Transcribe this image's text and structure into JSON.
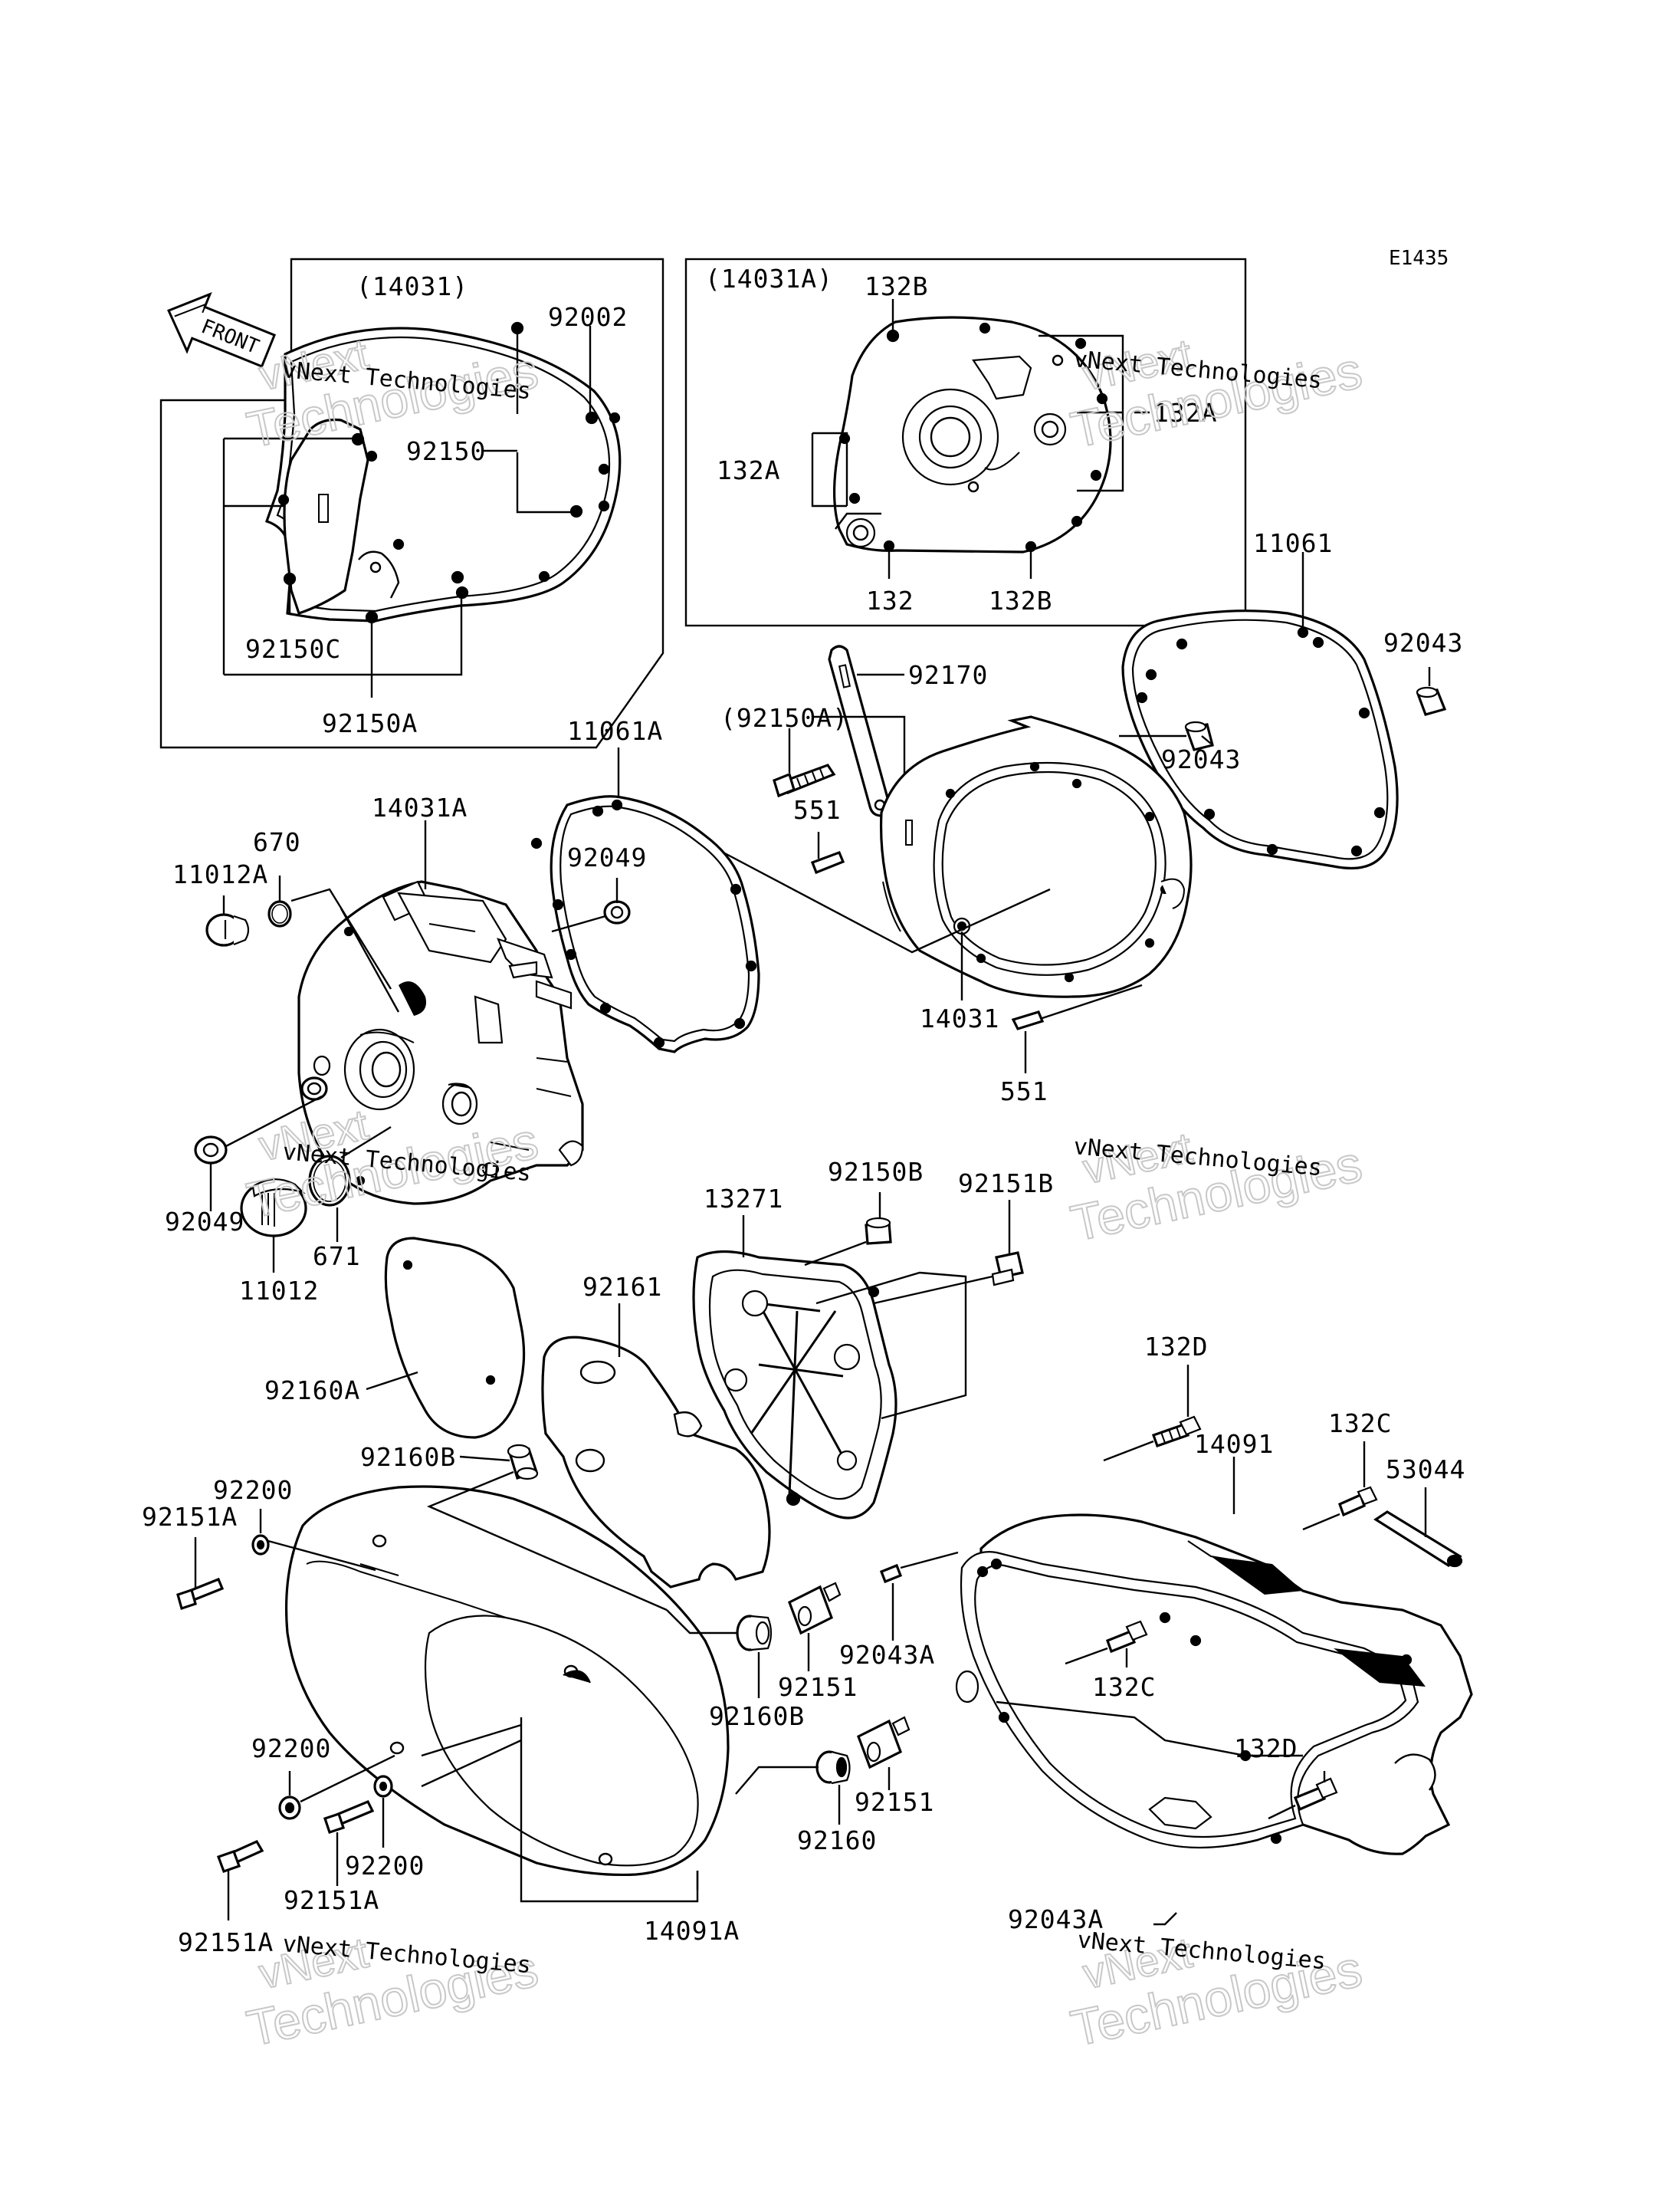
{
  "diagram_code": "E1435",
  "front_label": "FRONT",
  "watermark": {
    "brand": "vNext",
    "line": "vNext Technologies",
    "word": "Technologies"
  },
  "boxes": {
    "left_title": "(14031)",
    "right_title": "(14031A)"
  },
  "labels": {
    "l92002": "92002",
    "l92150": "92150",
    "l92150C": "92150C",
    "l92150A_box": "92150A",
    "l132B_top": "132B",
    "l132A_right": "132A",
    "l132A_left": "132A",
    "l132": "132",
    "l132B_bottom": "132B",
    "l11061": "11061",
    "l92043_a": "92043",
    "l92043_b": "92043",
    "l92170": "92170",
    "l92150A_paren": "(92150A)",
    "l551_a": "551",
    "l551_b": "551",
    "l11061A": "11061A",
    "l14031A": "14031A",
    "l670": "670",
    "l11012A": "11012A",
    "l92049_a": "92049",
    "l92049_b": "92049",
    "l14031": "14031",
    "l671": "671",
    "l11012": "11012",
    "l92150B": "92150B",
    "l13271": "13271",
    "l92151B": "92151B",
    "l92161": "92161",
    "l92160A": "92160A",
    "l132D_top": "132D",
    "l132C_top": "132C",
    "l14091": "14091",
    "l53044": "53044",
    "l92160B_top": "92160B",
    "l92200_top": "92200",
    "l92151A_top": "92151A",
    "l92151_a": "92151",
    "l92160B_mid": "92160B",
    "l92043A_mid": "92043A",
    "l132C_mid": "132C",
    "l132D_bot": "132D",
    "l92200_mid": "92200",
    "l92200_bot": "92200",
    "l92151A_mid": "92151A",
    "l92151A_bot": "92151A",
    "l92160": "92160",
    "l92151_b": "92151",
    "l14091A": "14091A",
    "l92043A_bot": "92043A"
  }
}
